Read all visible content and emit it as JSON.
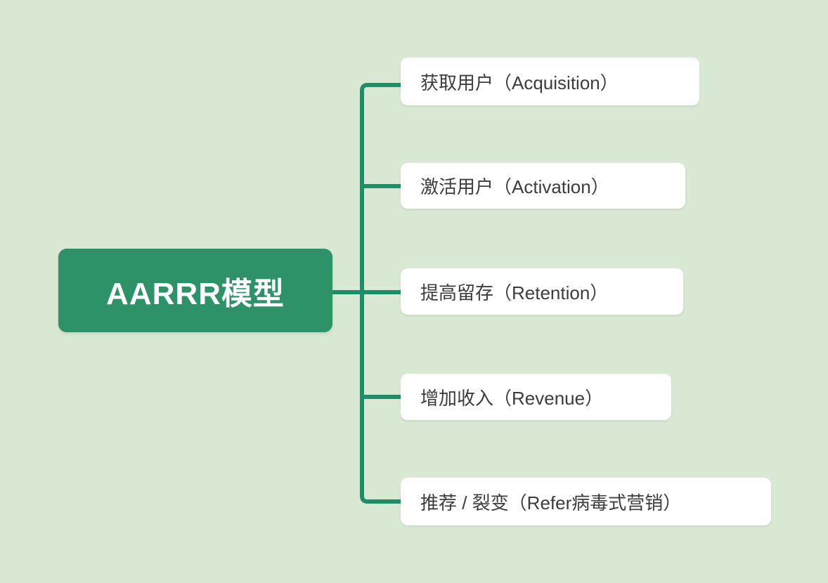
{
  "theme": {
    "background": "#d9e8d2",
    "root_fill": "#2e9268",
    "root_text_color": "#ffffff",
    "line_color": "#1e8e68",
    "node_fill": "#ffffff",
    "node_text_color": "#3c3c3c"
  },
  "mindmap": {
    "root": {
      "label": "AARRR模型"
    },
    "children": [
      {
        "label": "获取用户（Acquisition）"
      },
      {
        "label": "激活用户（Activation）"
      },
      {
        "label": "提高留存（Retention）"
      },
      {
        "label": "增加收入（Revenue）"
      },
      {
        "label": "推荐 / 裂变（Refer病毒式营销）"
      }
    ]
  }
}
